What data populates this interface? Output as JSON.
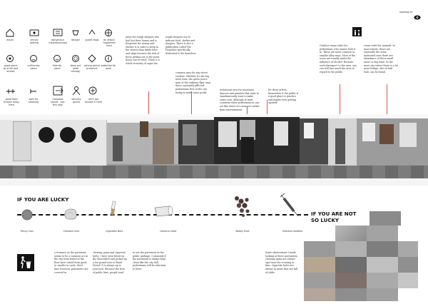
{
  "header": {
    "tag": "looking at",
    "icon": "eye-icon"
  },
  "legend": [
    {
      "name": "equal",
      "icon": "house-icon"
    },
    {
      "name": "simply looking",
      "icon": "window-icon"
    },
    {
      "name": "dangerous neighbourhood",
      "icon": "danger-icon"
    },
    {
      "name": "danger",
      "icon": "box-icon"
    },
    {
      "name": "guard dogs",
      "icon": "dog-icon"
    },
    {
      "name": "an attack happened here",
      "icon": "cross-circle-icon"
    },
    {
      "name": "good place to drink and smoke",
      "icon": "drink-icon"
    },
    {
      "name": "unfriendly place",
      "icon": "frown-icon"
    },
    {
      "name": "friendly place",
      "icon": "smile-icon"
    },
    {
      "name": "keep out (with catnap)",
      "icon": "ring-icon"
    },
    {
      "name": "strong police presence",
      "icon": "police-icon"
    },
    {
      "name": "potential for work",
      "icon": "work-icon"
    },
    {
      "name": "good food thrown away here",
      "icon": "food-icon"
    },
    {
      "name": "safe for sleeping",
      "icon": "sleep-icon"
    },
    {
      "name": "message board - use this way",
      "icon": "arrow-box-icon"
    },
    {
      "name": "security guard",
      "icon": "guard-icon"
    },
    {
      "name": "we'll get tossed in here",
      "icon": "toss-icon"
    }
  ],
  "columns": [
    "areas for rough sleepers who had lost their homes and is desperate for money and shelter. It is safer to sleep in the streets than inside here and ships because the risk of those getting out to the point house can be fatal. There is a whole economy of signs the",
    "rough sleepers use to indicate food, shelter and dangers. There is also a publication called The Homeless specifically dedicated to the homeless.",
    "common area for any street vendors. Whether it's the big news item, the green peace man or the ordinary flyer man, there constantly affected pedestrians flow at the city trying to make some profit.",
    "restaurant area for musicians, dancers and painters that want to simultaneously want to make some cash. Although in most countries these performances can act like street of a nuisance rather than entertainment.",
    "for these artists themselves it the public is a good place to practice and maybe even getting spotted!",
    "Outdoor venue toilet for pedestrians who cannot hold it in. These are more common in smaller alley ways. Most of the users are usually under the influence of alcohol. Because such disrespect to the area, one can still lose much the area in regard to the public.",
    "venue toilet for animals. In most streets, there are especially the urine motivated ones there are abundance of these small areas or dog fouls. In the more city where there is a lot more foliage, alot of bird fouls can be found."
  ],
  "timeline": {
    "lucky_heading": "IF YOU ARE LUCKY",
    "unlucky_heading": "IF YOU ARE NOT SO LUCKY",
    "items": [
      {
        "label": "Penny Coin",
        "icon": "coin-icon"
      },
      {
        "label": "Chewed Gum",
        "icon": "gum-icon"
      },
      {
        "label": "Cigarette Butt",
        "icon": "cigarette-icon"
      },
      {
        "label": "General Litter",
        "icon": "litter-icon"
      },
      {
        "label": "Bodily fluid",
        "icon": "fluid-icon"
      },
      {
        "label": "Infected needles",
        "icon": "needle-icon"
      }
    ]
  },
  "bottom": {
    "col1": "a treasure on the pavement seems to be a common act in the city from friend of the floor have varied from grain to smaller in caste. Most time however, pavements are covered in",
    "col2": "chewing gums and cigarette butts. I have seen blood on the Shoreditch and picked up a ten pound note in Bond Street! It is always up to your luck. Because the lack of public bins, people tend",
    "col3": "to use the pavement as the public garbage. Commonly if the pavement is always kept clean like the city hall, pedestrians will be reluctant to litter.",
    "col4": "Some observations I made looking at these pavements, chewing gums are always spat near the crossing or bins. Cigarette butts are always in areas that are full of clubs."
  },
  "colors": {
    "callout": "#d9534f",
    "ink": "#111111"
  }
}
